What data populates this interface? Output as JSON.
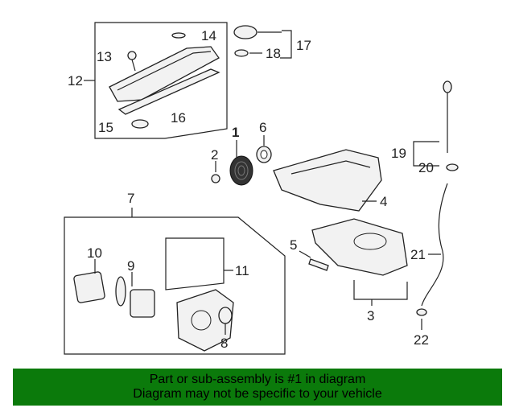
{
  "callouts": {
    "c1": "1",
    "c2": "2",
    "c3": "3",
    "c4": "4",
    "c5": "5",
    "c6": "6",
    "c7": "7",
    "c8": "8",
    "c9": "9",
    "c10": "10",
    "c11": "11",
    "c12": "12",
    "c13": "13",
    "c14": "14",
    "c15": "15",
    "c16": "16",
    "c17": "17",
    "c18": "18",
    "c19": "19",
    "c20": "20",
    "c21": "21",
    "c22": "22"
  },
  "banner": {
    "line1": "Part or sub-assembly is #1 in diagram",
    "line2": "Diagram may not be specific to your vehicle",
    "background": "#0b7a0b"
  }
}
